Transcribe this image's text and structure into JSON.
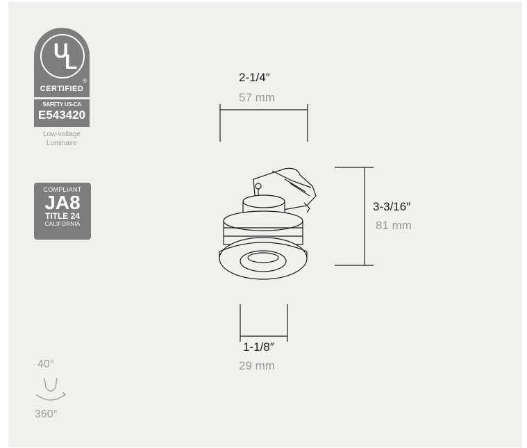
{
  "ul_badge": {
    "letters_u": "U",
    "letters_l": "L",
    "registered": "®",
    "certified": "CERTIFIED",
    "safety": "SAFETY US-CA",
    "file_number": "E543420",
    "caption_line1": "Low-voltage",
    "caption_line2": "Luminaire"
  },
  "ja8_badge": {
    "compliant": "COMPLIANT",
    "title": "JA8",
    "subtitle": "TITLE 24",
    "region": "CALIFORNIA"
  },
  "beam": {
    "angle": "40°",
    "rotation": "360°"
  },
  "dimensions": {
    "width_imperial": "2-1/4″",
    "width_metric": "57 mm",
    "height_imperial": "3-3/16″",
    "height_metric": "81 mm",
    "aperture_imperial": "1-1/8″",
    "aperture_metric": "29 mm"
  },
  "colors": {
    "background": "#f2f0ec",
    "badge_gray": "#7d7d7d",
    "line": "#1a1a1a",
    "muted_text": "#9a9a9a"
  }
}
